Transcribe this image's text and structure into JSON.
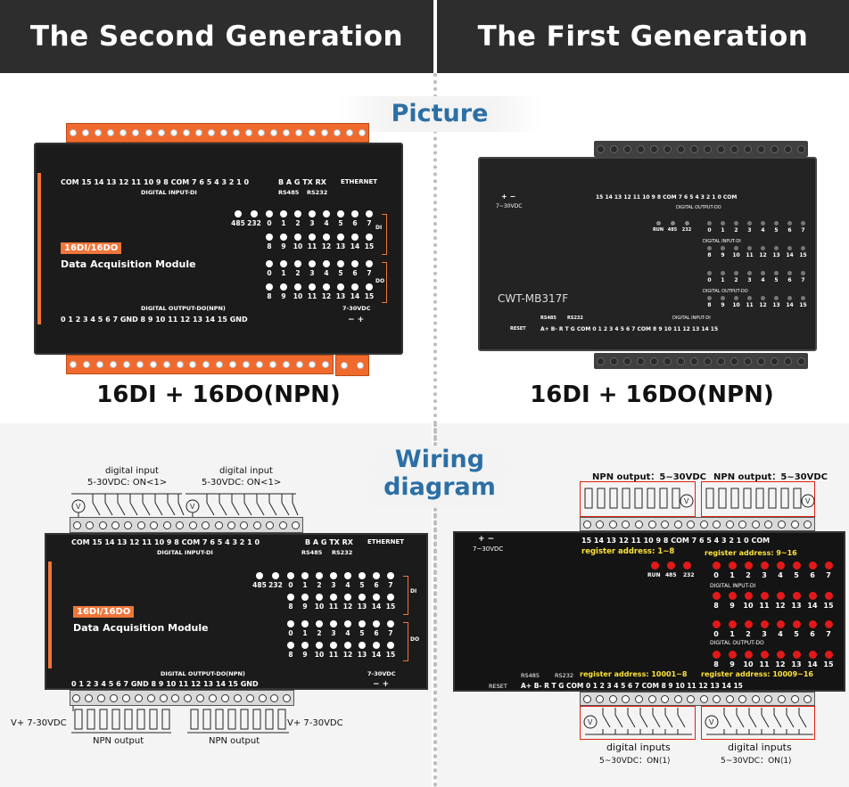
{
  "headers": {
    "left": "The Second Generation",
    "right": "The First Generation"
  },
  "sections": {
    "picture": "Picture",
    "wiring_line1": "Wiring",
    "wiring_line2": "diagram"
  },
  "captions": {
    "left": "16DI + 16DO(NPN)",
    "right": "16DI + 16DO(NPN)"
  },
  "second_gen": {
    "di_row": "COM 15 14 13 12 11 10 9 8 COM 7 6 5 4 3 2 1 0",
    "comm_row": "B A G TX RX",
    "ethernet": "ETHERNET",
    "di_label": "DIGITAL INPUT-DI",
    "rs485": "RS485",
    "rs232": "RS232",
    "led_top_labels": [
      "485",
      "232",
      "0",
      "1",
      "2",
      "3",
      "4",
      "5",
      "6",
      "7"
    ],
    "led_row2_labels": [
      "8",
      "9",
      "10",
      "11",
      "12",
      "13",
      "14",
      "15"
    ],
    "led_row3_labels": [
      "0",
      "1",
      "2",
      "3",
      "4",
      "5",
      "6",
      "7"
    ],
    "led_row4_labels": [
      "8",
      "9",
      "10",
      "11",
      "12",
      "13",
      "14",
      "15"
    ],
    "di_tag": "DI",
    "do_tag": "DO",
    "badge": "16DI/16DO",
    "module_name": "Data Acquisition Module",
    "do_label": "DIGITAL OUTPUT-DO(NPN)",
    "power_label": "7-30VDC",
    "do_row": "0 1 2 3 4 5 6 7 GND 8 9 10 11 12 13 14 15 GND",
    "power_pins": "−   +"
  },
  "first_gen": {
    "power_label": "7~30VDC",
    "power_pins": "+  −",
    "do_row": "15 14 13 12 11 10 9 8 COM 7 6 5 4 3 2 1 0 COM",
    "do_label": "DIGITAL OUTPUT-DO",
    "status_leds": [
      "RUN",
      "485",
      "232"
    ],
    "di_label": "DIGITAL INPUT-DI",
    "do_label2": "DIGITAL OUTPUT-DO",
    "model": "CWT-MB317F",
    "di_label_bottom": "DIGITAL INPUT-DI",
    "rs485": "RS485",
    "rs232": "RS232",
    "reset": "RESET",
    "bottom_row": "A+ B- R T G COM 0 1 2 3 4 5 6 7 COM 8 9 10 11 12 13 14 15",
    "led_a": [
      "0",
      "1",
      "2",
      "3",
      "4",
      "5",
      "6",
      "7"
    ],
    "led_b": [
      "8",
      "9",
      "10",
      "11",
      "12",
      "13",
      "14",
      "15"
    ]
  },
  "wiring_left": {
    "di_note_1a": "digital input",
    "di_note_1b": "5-30VDC: ON<1>",
    "di_note_2a": "digital input",
    "di_note_2b": "5-30VDC: ON<1>",
    "v_left": "V+ 7-30VDC",
    "v_right": "V+ 7-30VDC",
    "npn_1": "NPN output",
    "npn_2": "NPN output"
  },
  "wiring_right": {
    "npn_1": "NPN output：5~30VDC",
    "npn_2": "NPN output：5~30VDC",
    "reg_1_8": "register address: 1~8",
    "reg_9_16": "register address: 9~16",
    "reg_10001": "register address: 10001~8",
    "reg_10009": "register address: 10009~16",
    "di_a": "digital inputs",
    "di_a2": "5~30VDC：ON⟨1⟩",
    "di_b": "digital inputs",
    "di_b2": "5~30VDC：ON⟨1⟩"
  },
  "colors": {
    "header_bg": "#2d2d2d",
    "accent_blue": "#2c6fa5",
    "terminal_orange": "#f06a2e",
    "badge_orange": "#f0763a",
    "led_red": "#e01919",
    "label_yellow": "#ffe33a"
  }
}
